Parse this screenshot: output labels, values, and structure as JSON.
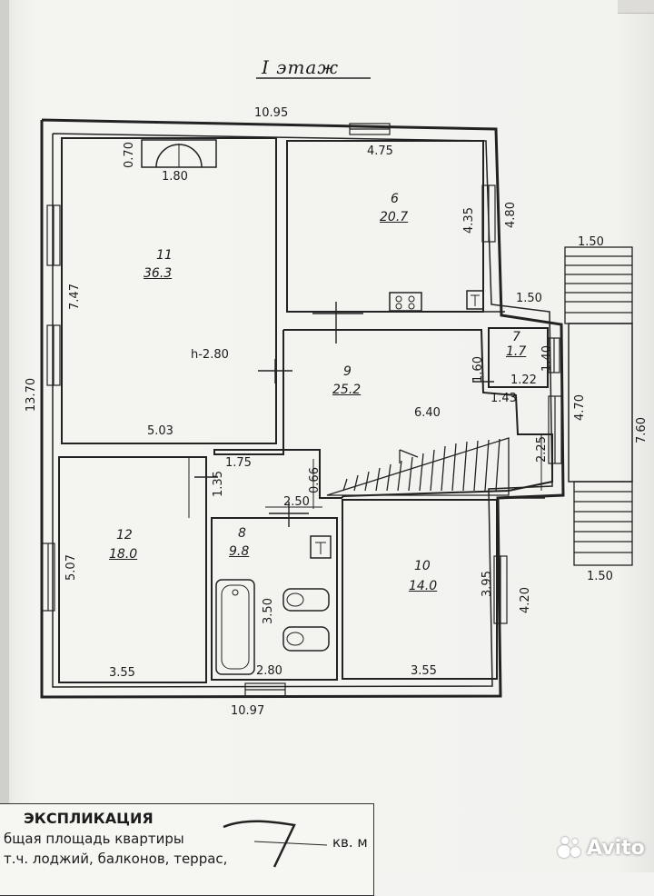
{
  "floor_title": "I этаж",
  "dimensions": {
    "top_total": "10.95",
    "bottom_total": "10.97",
    "left_total": "13.70",
    "right_total": "7.60",
    "r11_niche_h": "0.70",
    "r11_niche_w": "1.80",
    "r11_side": "7.47",
    "r11_bottom": "5.03",
    "r6_top": "4.75",
    "r6_side_inner": "4.35",
    "r6_side_outer": "4.80",
    "r6_step": "1.50",
    "porch_top": "1.50",
    "porch_bottom": "1.50",
    "r7_h": "1.60",
    "r7_side": "1.40",
    "r7_inner_w": "1.22",
    "r7_outer_w": "1.43",
    "r9_width": "6.40",
    "r9_side": "4.70",
    "stair_side": "2.25",
    "r9_nook_w": "1.75",
    "r9_nook_h": "1.35",
    "r9_small": "0.66",
    "r8_top": "2.50",
    "r8_side": "3.50",
    "r8_bottom": "2.80",
    "r12_side": "5.07",
    "r12_bottom": "3.55",
    "r10_side_inner": "3.95",
    "r10_side_outer": "4.20",
    "r10_bottom": "3.55",
    "r11_ceiling": "h-2.80"
  },
  "rooms": [
    {
      "num": "11",
      "area": "36.3"
    },
    {
      "num": "6",
      "area": "20.7"
    },
    {
      "num": "7",
      "area": "1.7"
    },
    {
      "num": "9",
      "area": "25.2"
    },
    {
      "num": "12",
      "area": "18.0"
    },
    {
      "num": "8",
      "area": "9.8"
    },
    {
      "num": "10",
      "area": "14.0"
    }
  ],
  "legend": {
    "title": "ЭКСПЛИКАЦИЯ",
    "line1": "бщая площадь квартиры",
    "line2": "т.ч. лоджий, балконов, террас,",
    "unit": "кв. м"
  },
  "watermark": "Avito"
}
